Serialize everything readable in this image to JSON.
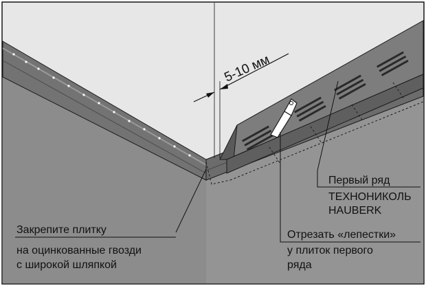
{
  "dimension": {
    "label": "5-10 мм"
  },
  "callouts": {
    "fasten": {
      "line1": "Закрепите плитку",
      "line2": "на оцинкованные гвозди",
      "line3": "с широкой шляпкой"
    },
    "first_row": {
      "line1": "Первый ряд",
      "line2": "ТЕХНОНИКОЛЬ",
      "line3": "HAUBERK"
    },
    "cut_petals": {
      "line1": "Отрезать «лепестки»",
      "line2": "у плиток первого",
      "line3": "ряда"
    }
  },
  "colors": {
    "roof_deck": "#e6e6e6",
    "front_face": "#8e8e8e",
    "eave_strip": "#6e6e6e",
    "shingle": "#7f7f7f",
    "slots": "#2a2a2a",
    "outline": "#1a1a1a"
  }
}
